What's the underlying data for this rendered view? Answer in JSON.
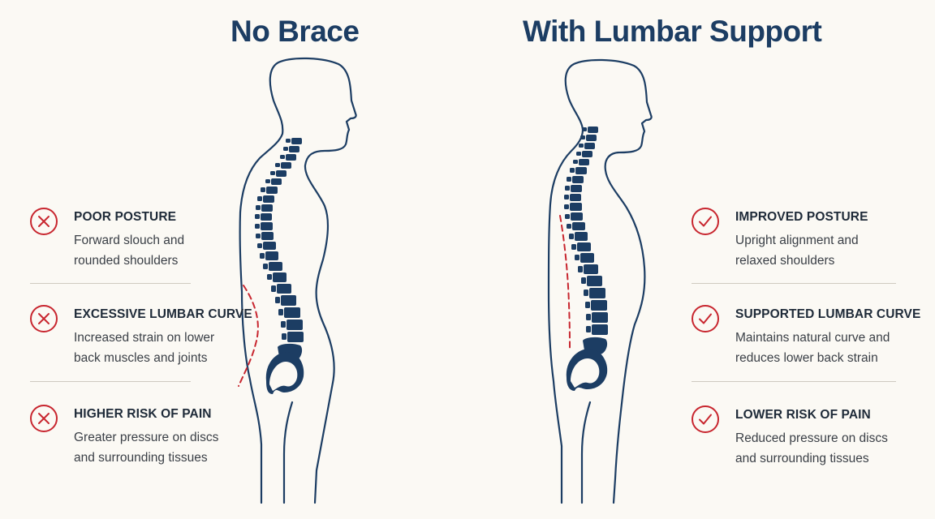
{
  "titles": {
    "left": "No Brace",
    "right": "With Lumbar Support"
  },
  "colors": {
    "navy": "#1c3d63",
    "red": "#c8262f",
    "text": "#1e2a38",
    "background": "#fbf9f4"
  },
  "left_points": [
    {
      "icon": "x-mark-icon",
      "heading": "POOR POSTURE",
      "line1": "Forward slouch and",
      "line2": "rounded shoulders"
    },
    {
      "icon": "x-mark-icon",
      "heading": "EXCESSIVE LUMBAR CURVE",
      "line1": "Increased strain on lower",
      "line2": "back muscles and joints"
    },
    {
      "icon": "x-mark-icon",
      "heading": "HIGHER RISK OF PAIN",
      "line1": "Greater pressure on discs",
      "line2": "and surrounding tissues"
    }
  ],
  "right_points": [
    {
      "icon": "checkmark-icon",
      "heading": "IMPROVED POSTURE",
      "line1": "Upright alignment and",
      "line2": "relaxed shoulders"
    },
    {
      "icon": "checkmark-icon",
      "heading": "SUPPORTED LUMBAR CURVE",
      "line1": "Maintains natural curve and",
      "line2": "reduces lower back strain"
    },
    {
      "icon": "checkmark-icon",
      "heading": "LOWER RISK OF PAIN",
      "line1": "Reduced pressure on discs",
      "line2": "and surrounding tissues"
    }
  ]
}
